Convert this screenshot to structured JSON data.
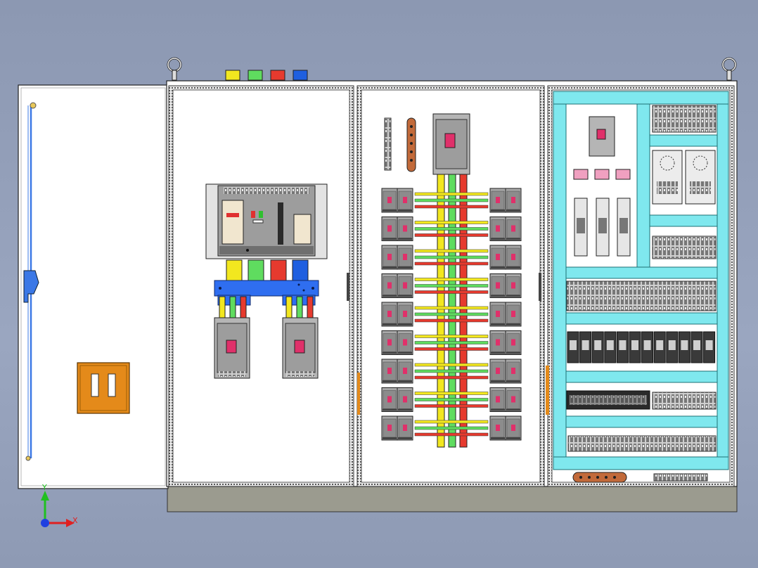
{
  "scene": {
    "name": "electrical-distribution-cabinet-cad-view",
    "background": "#95a1bb"
  },
  "colors": {
    "phase_yellow": "#f2e71f",
    "phase_green": "#5fdc5f",
    "phase_red": "#e63a2e",
    "phase_blue": "#1f5fe0",
    "cabinet_body": "#ffffff",
    "cabinet_outline": "#1a1a1a",
    "plinth": "#9b9b8f",
    "breaker_grey": "#9d9d9d",
    "breaker_dark": "#4a4a4a",
    "din_rail_cyan": "#7fe8ee",
    "busbar_blue": "#2f6ef0",
    "terminal_box_orange": "#e48a1a",
    "handle_blue": "#3b78e6"
  },
  "phase_labels": {
    "top_markers": [
      "yellow",
      "green",
      "red",
      "blue"
    ]
  },
  "axis_indicator": {
    "x_label": "X",
    "y_label": "Y",
    "x_color": "#e02020",
    "y_color": "#20c020",
    "z_color": "#2040e0"
  },
  "branch_breakers": {
    "rows": 9,
    "per_side": 2
  }
}
